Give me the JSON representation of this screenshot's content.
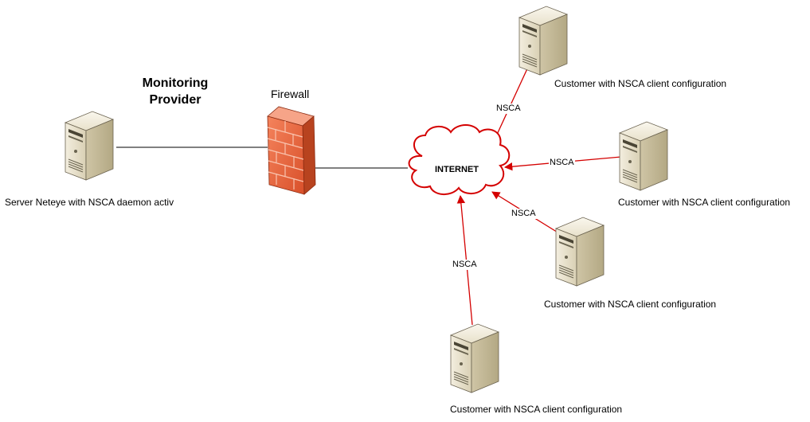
{
  "provider": {
    "title_line1": "Monitoring",
    "title_line2": "Provider",
    "server_label": "Server Neteye with NSCA daemon activ"
  },
  "firewall": {
    "label": "Firewall"
  },
  "internet": {
    "label": "INTERNET"
  },
  "customers": [
    {
      "label": "Customer with NSCA client configuration",
      "link_label": "NSCA"
    },
    {
      "label": "Customer with NSCA client configuration",
      "link_label": "NSCA"
    },
    {
      "label": "Customer with NSCA client configuration",
      "link_label": "NSCA"
    },
    {
      "label": "Customer with NSCA client configuration",
      "link_label": "NSCA"
    }
  ],
  "colors": {
    "link_red": "#d40000",
    "line_black": "#000000",
    "server_body": "#e8e0c8",
    "brick": "#e8623a"
  }
}
